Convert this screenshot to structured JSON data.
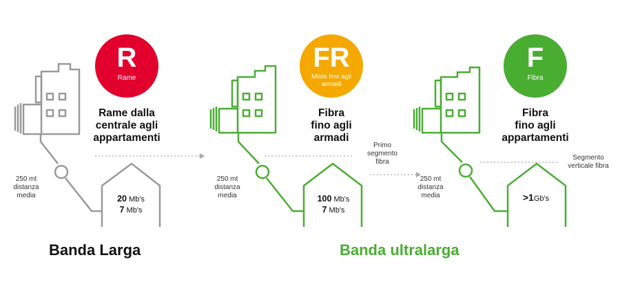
{
  "panels": [
    {
      "badge": {
        "letter": "R",
        "subtitle": "Rame",
        "color": "#e2002c"
      },
      "headline": [
        "Rame dalla",
        "centrale agli",
        "appartamenti"
      ],
      "distance": [
        "250 mt",
        "distanza",
        "media"
      ],
      "speed": [
        {
          "num": "20",
          "unit": " Mb's"
        },
        {
          "num": "7",
          "unit": " Mb's"
        }
      ],
      "line_color": "#999999"
    },
    {
      "badge": {
        "letter": "FR",
        "subtitle": "Misto fino agli armadi",
        "color": "#f5a800"
      },
      "headline": [
        "Fibra",
        "fino agli",
        "armadi"
      ],
      "distance": [
        "250 mt",
        "distanza",
        "media"
      ],
      "speed": [
        {
          "num": "100",
          "unit": " Mb's"
        },
        {
          "num": "7",
          "unit": " Mb's"
        }
      ],
      "line_color": "#49ad32"
    },
    {
      "badge": {
        "letter": "F",
        "subtitle": "Fibra",
        "color": "#49ad32"
      },
      "headline": [
        "Fibra",
        "fino agli",
        "appartamenti"
      ],
      "distance": [
        "250 mt",
        "distanza",
        "media"
      ],
      "speed": [
        {
          "num": ">1",
          "unit": "Gb's"
        }
      ],
      "line_color": "#49ad32"
    }
  ],
  "notes": {
    "first_segment": [
      "Primo",
      "segmento",
      "fibra"
    ],
    "vertical_segment": [
      "Segmento",
      "verticale fibra"
    ]
  },
  "footer": {
    "left": "Banda Larga",
    "right": "Banda ultralarga",
    "right_color": "#49ad32"
  }
}
